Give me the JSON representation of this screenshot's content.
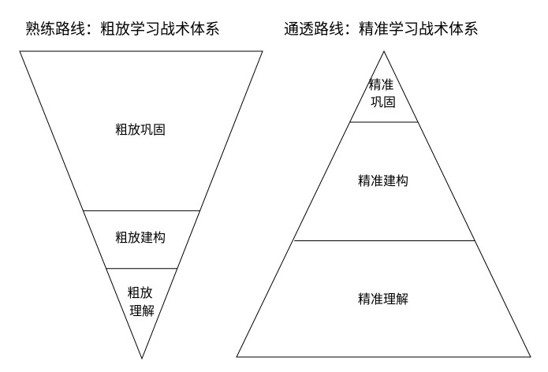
{
  "left": {
    "title": "熟练路线：粗放学习战术体系",
    "layers": [
      {
        "label_lines": [
          "粗放巩固"
        ]
      },
      {
        "label_lines": [
          "粗放建构"
        ]
      },
      {
        "label_lines": [
          "粗放",
          "理解"
        ]
      }
    ]
  },
  "right": {
    "title": "通透路线：精准学习战术体系",
    "layers": [
      {
        "label_lines": [
          "精准",
          "巩固"
        ]
      },
      {
        "label_lines": [
          "精准建构"
        ]
      },
      {
        "label_lines": [
          "精准理解"
        ]
      }
    ]
  },
  "colors": {
    "stroke": "#000000",
    "fill": "#ffffff",
    "text": "#000000"
  }
}
